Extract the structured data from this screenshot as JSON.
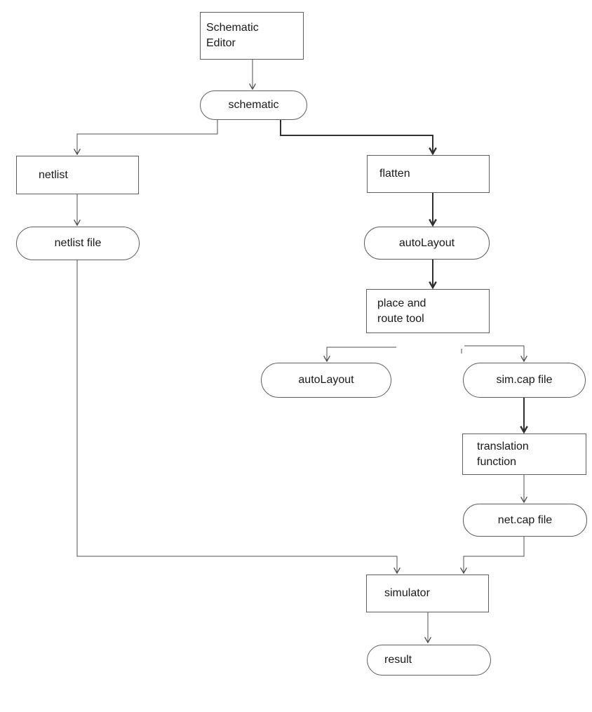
{
  "diagram": {
    "type": "flowchart",
    "background_color": "#ffffff",
    "line_color": "#4f4f4f",
    "thick_line_color": "#303030",
    "text_color": "#1a1a1a",
    "nodes": {
      "schematic_editor": {
        "shape": "rect",
        "line1": "Schematic",
        "line2": "Editor"
      },
      "schematic": {
        "shape": "rounded",
        "label": "schematic"
      },
      "netlist": {
        "shape": "rect",
        "label": "netlist"
      },
      "netlist_file": {
        "shape": "rounded",
        "label": "netlist file"
      },
      "flatten": {
        "shape": "rect",
        "label": "flatten"
      },
      "autolayout_mid": {
        "shape": "rounded",
        "label": "autoLayout"
      },
      "place_route": {
        "shape": "rect",
        "line1": "place and",
        "line2": "route tool"
      },
      "autolayout_left": {
        "shape": "rounded",
        "label": "autoLayout"
      },
      "sim_cap_file": {
        "shape": "rounded",
        "label": "sim.cap file"
      },
      "translation_function": {
        "shape": "rect",
        "line1": "translation",
        "line2": "function"
      },
      "net_cap_file": {
        "shape": "rounded",
        "label": "net.cap file"
      },
      "simulator": {
        "shape": "rect",
        "label": "simulator"
      },
      "result": {
        "shape": "rounded",
        "label": "result"
      }
    },
    "edges": [
      {
        "from": "schematic_editor",
        "to": "schematic"
      },
      {
        "from": "schematic",
        "to": "netlist"
      },
      {
        "from": "netlist",
        "to": "netlist_file"
      },
      {
        "from": "netlist_file",
        "to": "simulator"
      },
      {
        "from": "schematic",
        "to": "flatten"
      },
      {
        "from": "flatten",
        "to": "autolayout_mid"
      },
      {
        "from": "autolayout_mid",
        "to": "place_route"
      },
      {
        "from": "place_route",
        "to": "autolayout_left"
      },
      {
        "from": "place_route",
        "to": "sim_cap_file"
      },
      {
        "from": "sim_cap_file",
        "to": "translation_function"
      },
      {
        "from": "translation_function",
        "to": "net_cap_file"
      },
      {
        "from": "net_cap_file",
        "to": "simulator"
      },
      {
        "from": "simulator",
        "to": "result"
      }
    ]
  }
}
